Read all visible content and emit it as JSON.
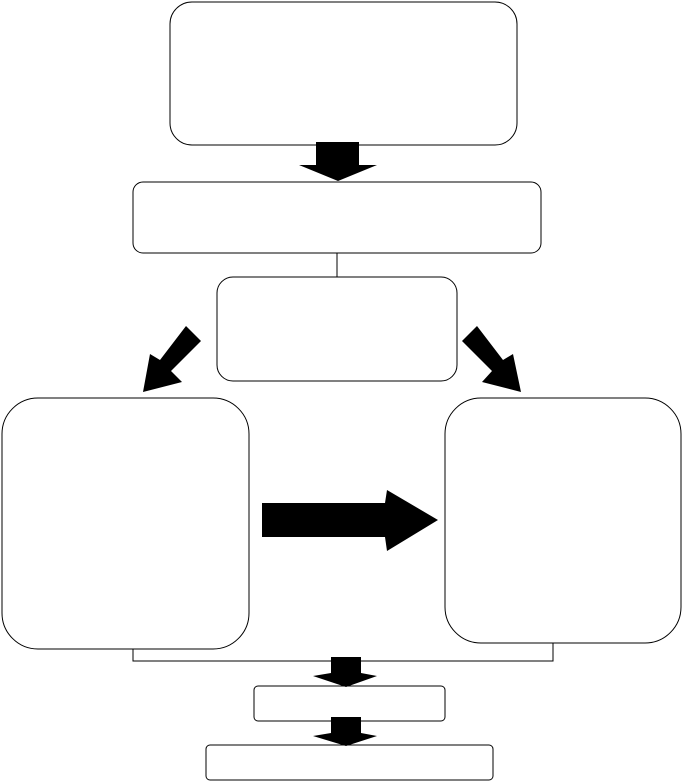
{
  "diagram": {
    "type": "flowchart",
    "colors": {
      "stroke": "#000000",
      "fill": "#ffffff",
      "arrow": "#000000"
    },
    "nodes": [
      {
        "id": "top-box",
        "label": ""
      },
      {
        "id": "second-box",
        "label": ""
      },
      {
        "id": "middle-box",
        "label": ""
      },
      {
        "id": "left-box",
        "label": ""
      },
      {
        "id": "right-box",
        "label": ""
      },
      {
        "id": "lower-small-box",
        "label": ""
      },
      {
        "id": "bottom-box",
        "label": ""
      }
    ],
    "edges": [
      {
        "from": "top-box",
        "to": "second-box",
        "style": "block-arrow-down"
      },
      {
        "from": "second-box",
        "to": "middle-box",
        "style": "line"
      },
      {
        "from": "middle-box",
        "to": "left-box",
        "style": "block-arrow-diagonal"
      },
      {
        "from": "middle-box",
        "to": "right-box",
        "style": "block-arrow-diagonal"
      },
      {
        "from": "left-box",
        "to": "right-box",
        "style": "block-arrow-right"
      },
      {
        "from": "left-box",
        "to": "lower-small-box",
        "style": "line-bracket"
      },
      {
        "from": "right-box",
        "to": "lower-small-box",
        "style": "line-bracket"
      },
      {
        "from": "lower-small-box",
        "to": "bottom-box",
        "style": "block-arrow-down"
      }
    ]
  }
}
